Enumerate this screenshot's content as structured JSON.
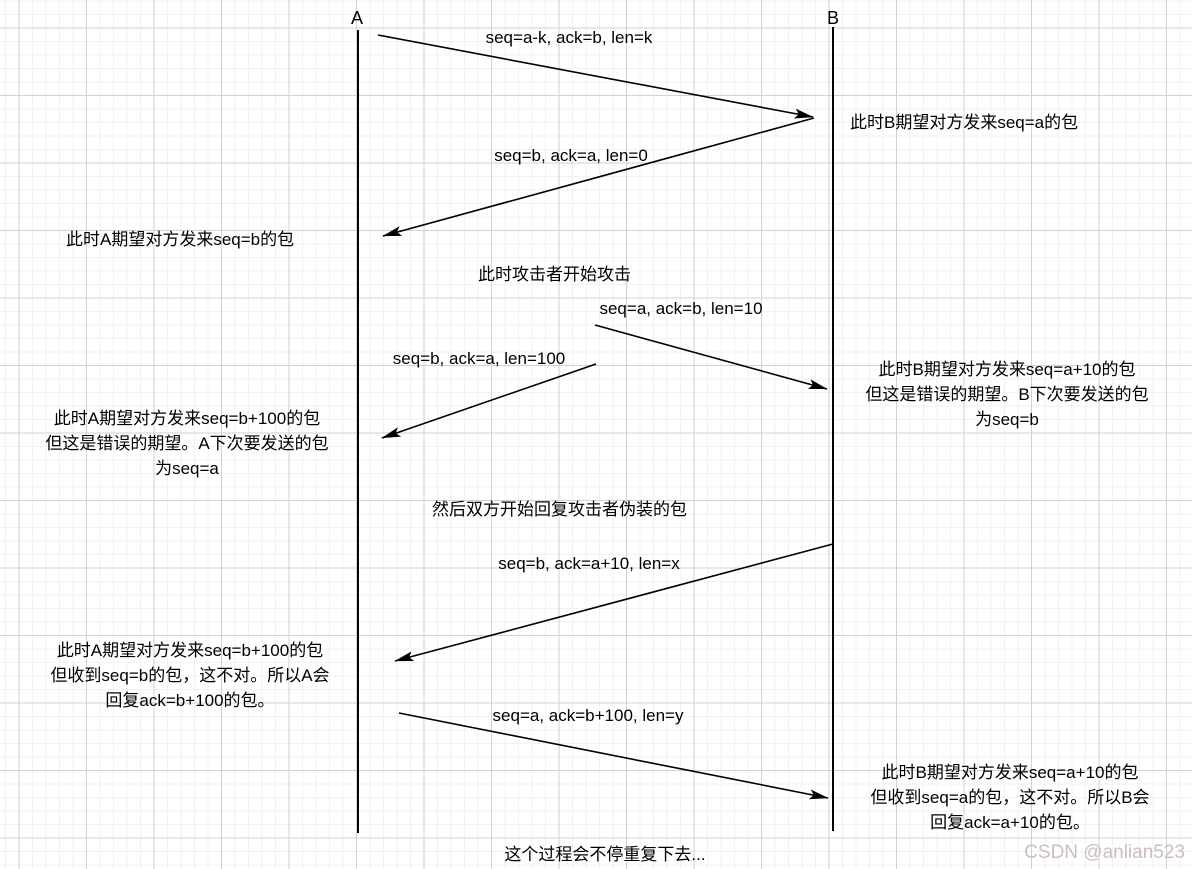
{
  "diagram": {
    "actors": {
      "a": "A",
      "b": "B"
    },
    "messages": {
      "m1": "seq=a-k, ack=b, len=k",
      "m2": "seq=b, ack=a, len=0",
      "m3": "seq=a, ack=b, len=10",
      "m4": "seq=b, ack=a, len=100",
      "m5": "seq=b, ack=a+10, len=x",
      "m6": "seq=a, ack=b+100, len=y"
    },
    "notes": {
      "b_expect_1": "此时B期望对方发来seq=a的包",
      "a_expect_1": "此时A期望对方发来seq=b的包",
      "attack_start": "此时攻击者开始攻击",
      "b_expect_2_l1": "此时B期望对方发来seq=a+10的包",
      "b_expect_2_l2": "但这是错误的期望。B下次要发送的包",
      "b_expect_2_l3": "为seq=b",
      "a_expect_2_l1": "此时A期望对方发来seq=b+100的包",
      "a_expect_2_l2": "但这是错误的期望。A下次要发送的包",
      "a_expect_2_l3": "为seq=a",
      "reply_start": "然后双方开始回复攻击者伪装的包",
      "a_expect_3_l1": "此时A期望对方发来seq=b+100的包",
      "a_expect_3_l2": "但收到seq=b的包，这不对。所以A会",
      "a_expect_3_l3": "回复ack=b+100的包。",
      "b_expect_3_l1": "此时B期望对方发来seq=a+10的包",
      "b_expect_3_l2": "但收到seq=a的包，这不对。所以B会",
      "b_expect_3_l3": "回复ack=a+10的包。",
      "footer": "这个过程会不停重复下去..."
    },
    "colors": {
      "line": "#000000",
      "watermark": "#cbbebe",
      "grid_major": "#d2d2d2",
      "grid_minor": "#f3f1f1"
    }
  },
  "watermark": "CSDN @anlian523"
}
